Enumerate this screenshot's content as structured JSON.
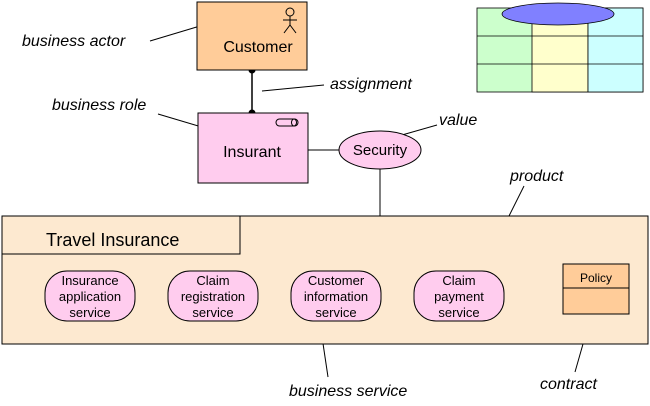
{
  "elements": {
    "customer": "Customer",
    "insurant": "Insurant",
    "security": "Security",
    "product": "Travel Insurance",
    "contract": "Policy"
  },
  "services": [
    [
      "Insurance",
      "application",
      "service"
    ],
    [
      "Claim",
      "registration",
      "service"
    ],
    [
      "Customer",
      "information",
      "service"
    ],
    [
      "Claim",
      "payment",
      "service"
    ]
  ],
  "callouts": {
    "business_actor": "business actor",
    "assignment": "assignment",
    "business_role": "business role",
    "value": "value",
    "product": "product",
    "business_service": "business service",
    "contract": "contract"
  },
  "colors": {
    "actor_fill": "#ffcc99",
    "role_fill": "#ffccee",
    "value_fill": "#ffccee",
    "service_fill": "#ffccee",
    "product_fill": "#fde9d0",
    "contract_fill": "#ffcc99",
    "stroke": "#000000",
    "grid_row_fill": "#ccffcc",
    "grid_yellow": "#ffffcc",
    "grid_cyan": "#ccffff",
    "grid_ellipse": "#8080ff"
  },
  "icons": {
    "actor": "stick-figure-icon",
    "role": "role-cylinder-icon",
    "legend": "viewpoint-grid-icon"
  }
}
